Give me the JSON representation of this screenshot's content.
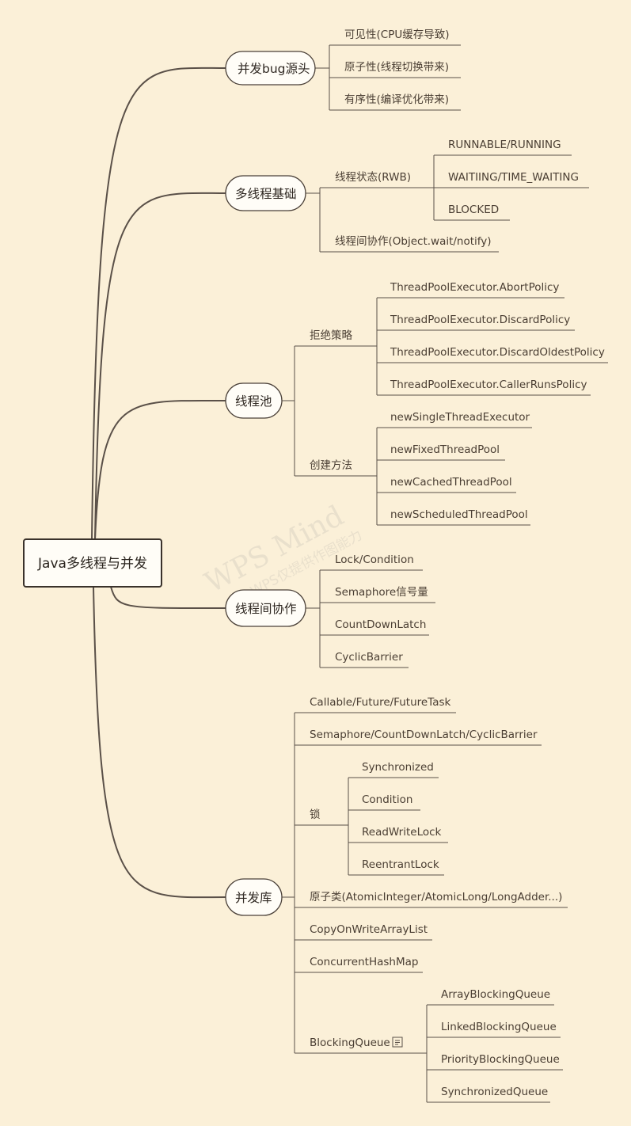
{
  "root": {
    "label": "Java多线程与并发"
  },
  "watermark": {
    "title": "WPS Mind",
    "subtitle": "WPS仅提供作图能力"
  },
  "branches": [
    {
      "label": "并发bug源头",
      "children": [
        {
          "label": "可见性(CPU缓存导致)"
        },
        {
          "label": "原子性(线程切换带来)"
        },
        {
          "label": "有序性(编译优化带来)"
        }
      ]
    },
    {
      "label": "多线程基础",
      "children": [
        {
          "label": "线程状态(RWB)",
          "children": [
            {
              "label": "RUNNABLE/RUNNING"
            },
            {
              "label": "WAITIING/TIME_WAITING"
            },
            {
              "label": "BLOCKED"
            }
          ]
        },
        {
          "label": "线程间协作(Object.wait/notify)"
        }
      ]
    },
    {
      "label": "线程池",
      "children": [
        {
          "label": "拒绝策略",
          "children": [
            {
              "label": "ThreadPoolExecutor.AbortPolicy"
            },
            {
              "label": "ThreadPoolExecutor.DiscardPolicy"
            },
            {
              "label": "ThreadPoolExecutor.DiscardOldestPolicy"
            },
            {
              "label": "ThreadPoolExecutor.CallerRunsPolicy"
            }
          ]
        },
        {
          "label": "创建方法",
          "children": [
            {
              "label": "newSingleThreadExecutor"
            },
            {
              "label": "newFixedThreadPool"
            },
            {
              "label": "newCachedThreadPool"
            },
            {
              "label": "newScheduledThreadPool"
            }
          ]
        }
      ]
    },
    {
      "label": "线程间协作",
      "children": [
        {
          "label": "Lock/Condition"
        },
        {
          "label": "Semaphore信号量"
        },
        {
          "label": "CountDownLatch"
        },
        {
          "label": "CyclicBarrier"
        }
      ]
    },
    {
      "label": "并发库",
      "children": [
        {
          "label": "Callable/Future/FutureTask"
        },
        {
          "label": "Semaphore/CountDownLatch/CyclicBarrier"
        },
        {
          "label": "锁",
          "children": [
            {
              "label": "Synchronized"
            },
            {
              "label": "Condition"
            },
            {
              "label": "ReadWriteLock"
            },
            {
              "label": "ReentrantLock"
            }
          ]
        },
        {
          "label": "原子类(AtomicInteger/AtomicLong/LongAdder...)"
        },
        {
          "label": "CopyOnWriteArrayList"
        },
        {
          "label": "ConcurrentHashMap"
        },
        {
          "label": "BlockingQueue",
          "icon": "note-icon",
          "children": [
            {
              "label": "ArrayBlockingQueue"
            },
            {
              "label": "LinkedBlockingQueue"
            },
            {
              "label": "PriorityBlockingQueue"
            },
            {
              "label": "SynchronizedQueue"
            }
          ]
        }
      ]
    }
  ]
}
